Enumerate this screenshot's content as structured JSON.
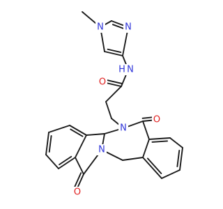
{
  "molecule": {
    "atom_labels": {
      "n_pyrazole_1": "N",
      "n_pyrazole_2": "N",
      "n_amide": "N",
      "h_amide": "H",
      "o_amide": "O",
      "n_ring_a": "N",
      "o_ring_a": "O",
      "n_ring_b": "N",
      "o_ring_b": "O"
    }
  }
}
